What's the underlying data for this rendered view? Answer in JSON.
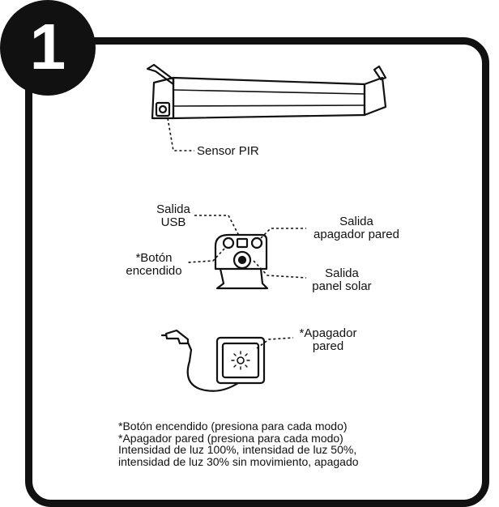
{
  "step": {
    "number": "1"
  },
  "labels": {
    "sensor_pir": "Sensor PIR",
    "salida_usb": [
      "Salida",
      "USB"
    ],
    "salida_apagador": [
      "Salida",
      "apagador pared"
    ],
    "boton_encendido": [
      "*Botón",
      "encendido"
    ],
    "salida_panel": [
      "Salida",
      "panel solar"
    ],
    "apagador_pared": [
      "*Apagador",
      "pared"
    ]
  },
  "notes": [
    "*Botón encendido (presiona para cada modo)",
    "*Apagador pared (presiona para cada modo)",
    "Intensidad de luz 100%, intensidad de luz 50%,",
    "intensidad de luz 30% sin movimiento, apagado"
  ],
  "colors": {
    "ink": "#111111",
    "background": "#ffffff"
  }
}
